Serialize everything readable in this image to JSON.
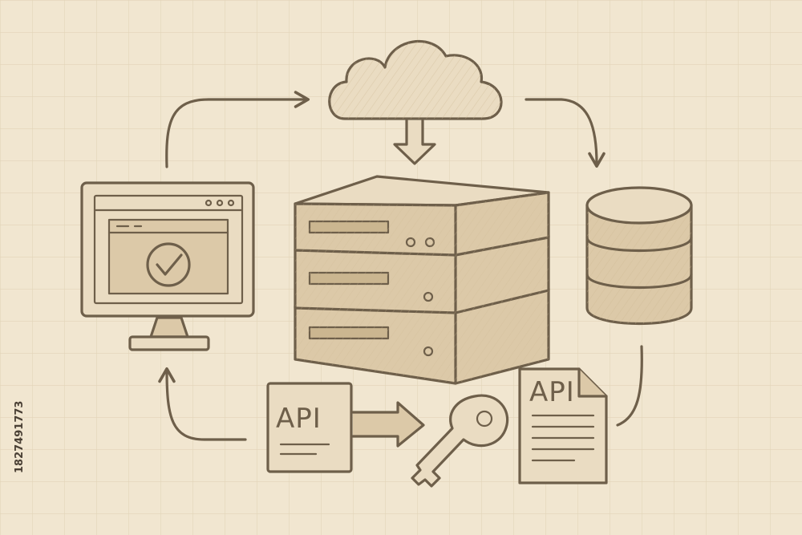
{
  "labels": {
    "api_card": "API",
    "api_document": "API"
  },
  "watermark_id": "1827491773",
  "colors": {
    "background": "#f1e6d0",
    "grid": "#e2d4b8",
    "ink": "#6e5f4a",
    "fill_light": "#eadcc2",
    "fill_mid": "#dcc9a8"
  },
  "icons": [
    "cloud-icon",
    "server-stack-icon",
    "monitor-check-icon",
    "database-icon",
    "api-card-icon",
    "key-icon",
    "api-document-icon"
  ]
}
